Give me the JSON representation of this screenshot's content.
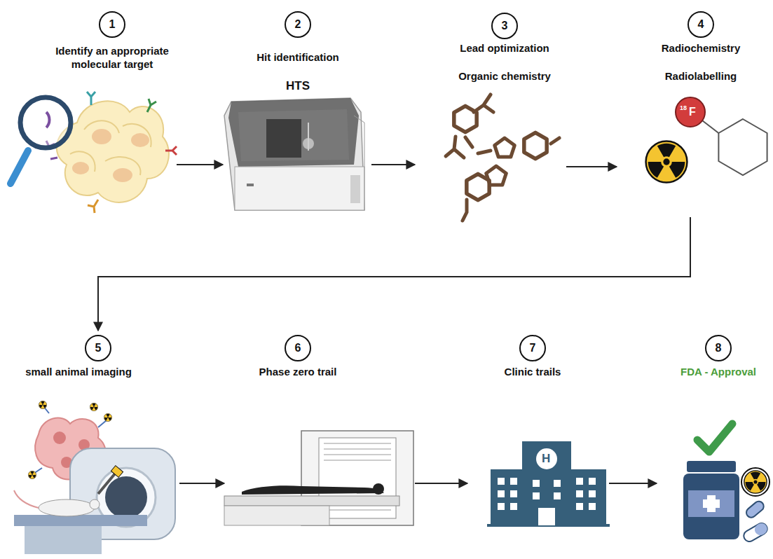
{
  "diagram": {
    "nodes": [
      {
        "text": [
          "1",
          "Identify an appropriate molecular target"
        ]
      },
      {
        "text": [
          "2",
          "Hit identification",
          "HTS"
        ]
      },
      {
        "text": [
          "3",
          "Lead optimization",
          "Organic chemistry"
        ]
      },
      {
        "text": [
          "4",
          "Radiochemistry",
          "Radiolabelling"
        ]
      },
      {
        "text": [
          "5",
          "small animal imaging"
        ]
      },
      {
        "text": [
          "6",
          "Phase zero trail"
        ]
      },
      {
        "text": [
          "7",
          "Clinic trails"
        ]
      },
      {
        "text": [
          "8",
          "FDA - Approval"
        ]
      }
    ],
    "edges": [
      {
        "from": 0,
        "to": 1,
        "arrow": "to"
      },
      {
        "from": 1,
        "to": 2,
        "arrow": "to"
      },
      {
        "from": 2,
        "to": 3,
        "arrow": "to"
      },
      {
        "from": 3,
        "to": 4,
        "arrow": "to"
      },
      {
        "from": 4,
        "to": 5,
        "arrow": "to"
      },
      {
        "from": 5,
        "to": 6,
        "arrow": "to"
      },
      {
        "from": 6,
        "to": 7,
        "arrow": "to"
      }
    ],
    "labels": [
      "18",
      "F",
      "H"
    ]
  }
}
